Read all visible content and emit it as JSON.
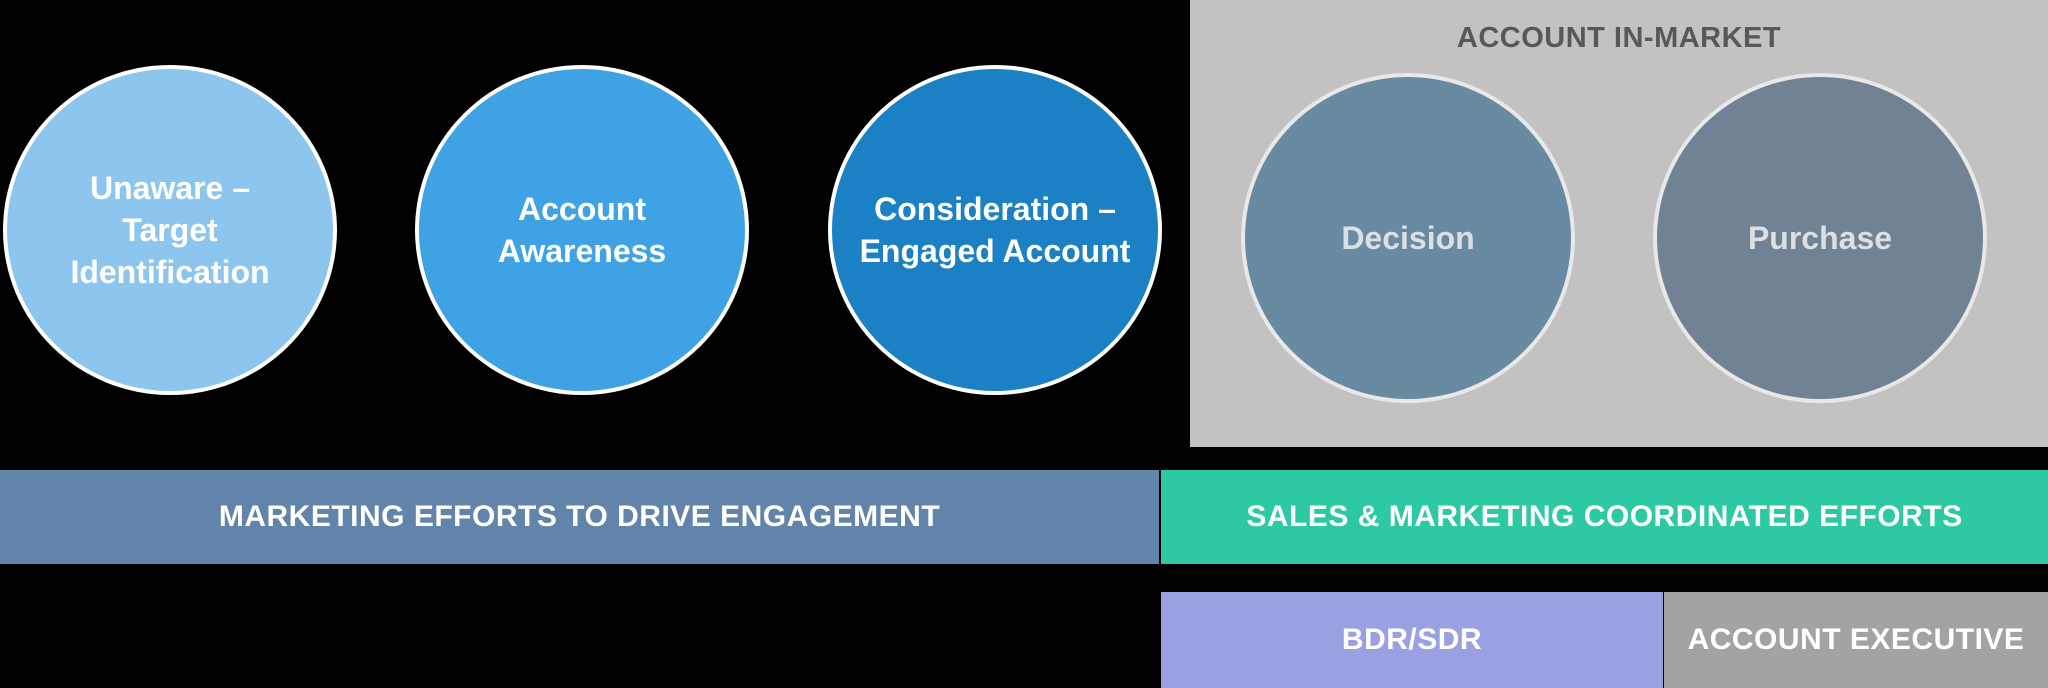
{
  "diagram": {
    "background": "#000000",
    "stages": [
      {
        "id": "unaware",
        "label": "Unaware –\nTarget\nIdentification",
        "color": "#8cc6ee",
        "text_color": "#ffffff"
      },
      {
        "id": "account-awareness",
        "label": "Account\nAwareness",
        "color": "#3fa2e4",
        "text_color": "#ffffff"
      },
      {
        "id": "consideration",
        "label": "Consideration –\nEngaged Account",
        "color": "#1c80c4",
        "text_color": "#ffffff"
      },
      {
        "id": "decision",
        "label": "Decision",
        "color": "#688ba2",
        "text_color": "#dcdfe4"
      },
      {
        "id": "purchase",
        "label": "Purchase",
        "color": "#708293",
        "text_color": "#dcdfe4"
      }
    ],
    "in_market_panel": {
      "title": "ACCOUNT IN-MARKET",
      "background": "#c2c2c3",
      "title_color": "#58585a"
    },
    "bands": [
      {
        "id": "marketing-efforts",
        "label": "MARKETING EFFORTS TO DRIVE ENGAGEMENT",
        "color": "#6284aa",
        "text_color": "#ffffff"
      },
      {
        "id": "sales-marketing",
        "label": "SALES & MARKETING COORDINATED EFFORTS",
        "color": "#2dc9a2",
        "text_color": "#ffffff"
      },
      {
        "id": "bdr-sdr",
        "label": "BDR/SDR",
        "color": "#9aa0e2",
        "text_color": "#ffffff"
      },
      {
        "id": "account-executive",
        "label": "ACCOUNT EXECUTIVE",
        "color": "#a3a3a3",
        "text_color": "#ffffff"
      }
    ]
  }
}
